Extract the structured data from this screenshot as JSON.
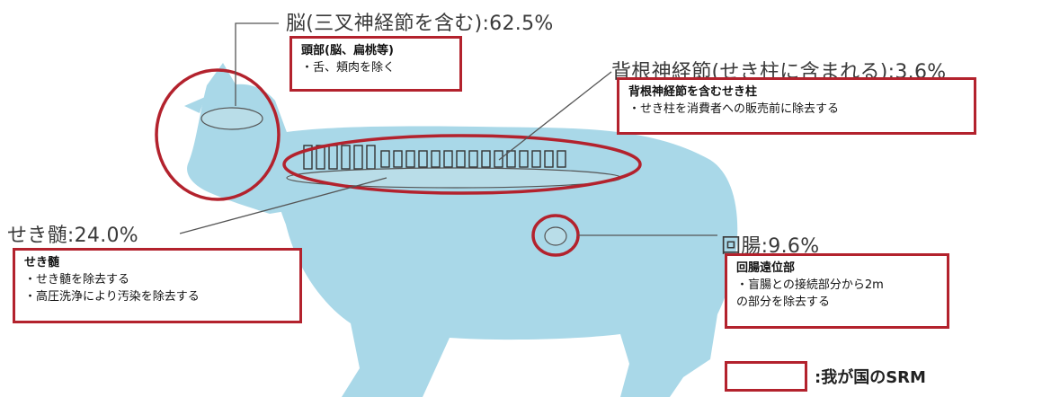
{
  "labels": {
    "brain": "脳(三叉神経節を含む):62.5%",
    "drg": "背根神経節(せき柱に含まれる):3.6%",
    "spinal_cord": "せき髄:24.0%",
    "ileum": "回腸:9.6%"
  },
  "boxes": {
    "head": {
      "title": "頭部(脳、扁桃等)",
      "lines": [
        "・舌、頬肉を除く"
      ]
    },
    "spine": {
      "title": "背根神経節を含むせき柱",
      "lines": [
        "・せき柱を消費者への販売前に除去する"
      ]
    },
    "cord": {
      "title": "せき髄",
      "lines": [
        "・せき髄を除去する",
        "・高圧洗浄により汚染を除去する"
      ]
    },
    "ileum": {
      "title": "回腸遠位部",
      "lines": [
        "・盲腸との接続部分から2m",
        "の部分を除去する"
      ]
    }
  },
  "legend": {
    "text": ":我が国のSRM"
  },
  "colors": {
    "srm_red": "#b3222d",
    "cow_blue": "#a9d8e8",
    "line_gray": "#555555"
  }
}
